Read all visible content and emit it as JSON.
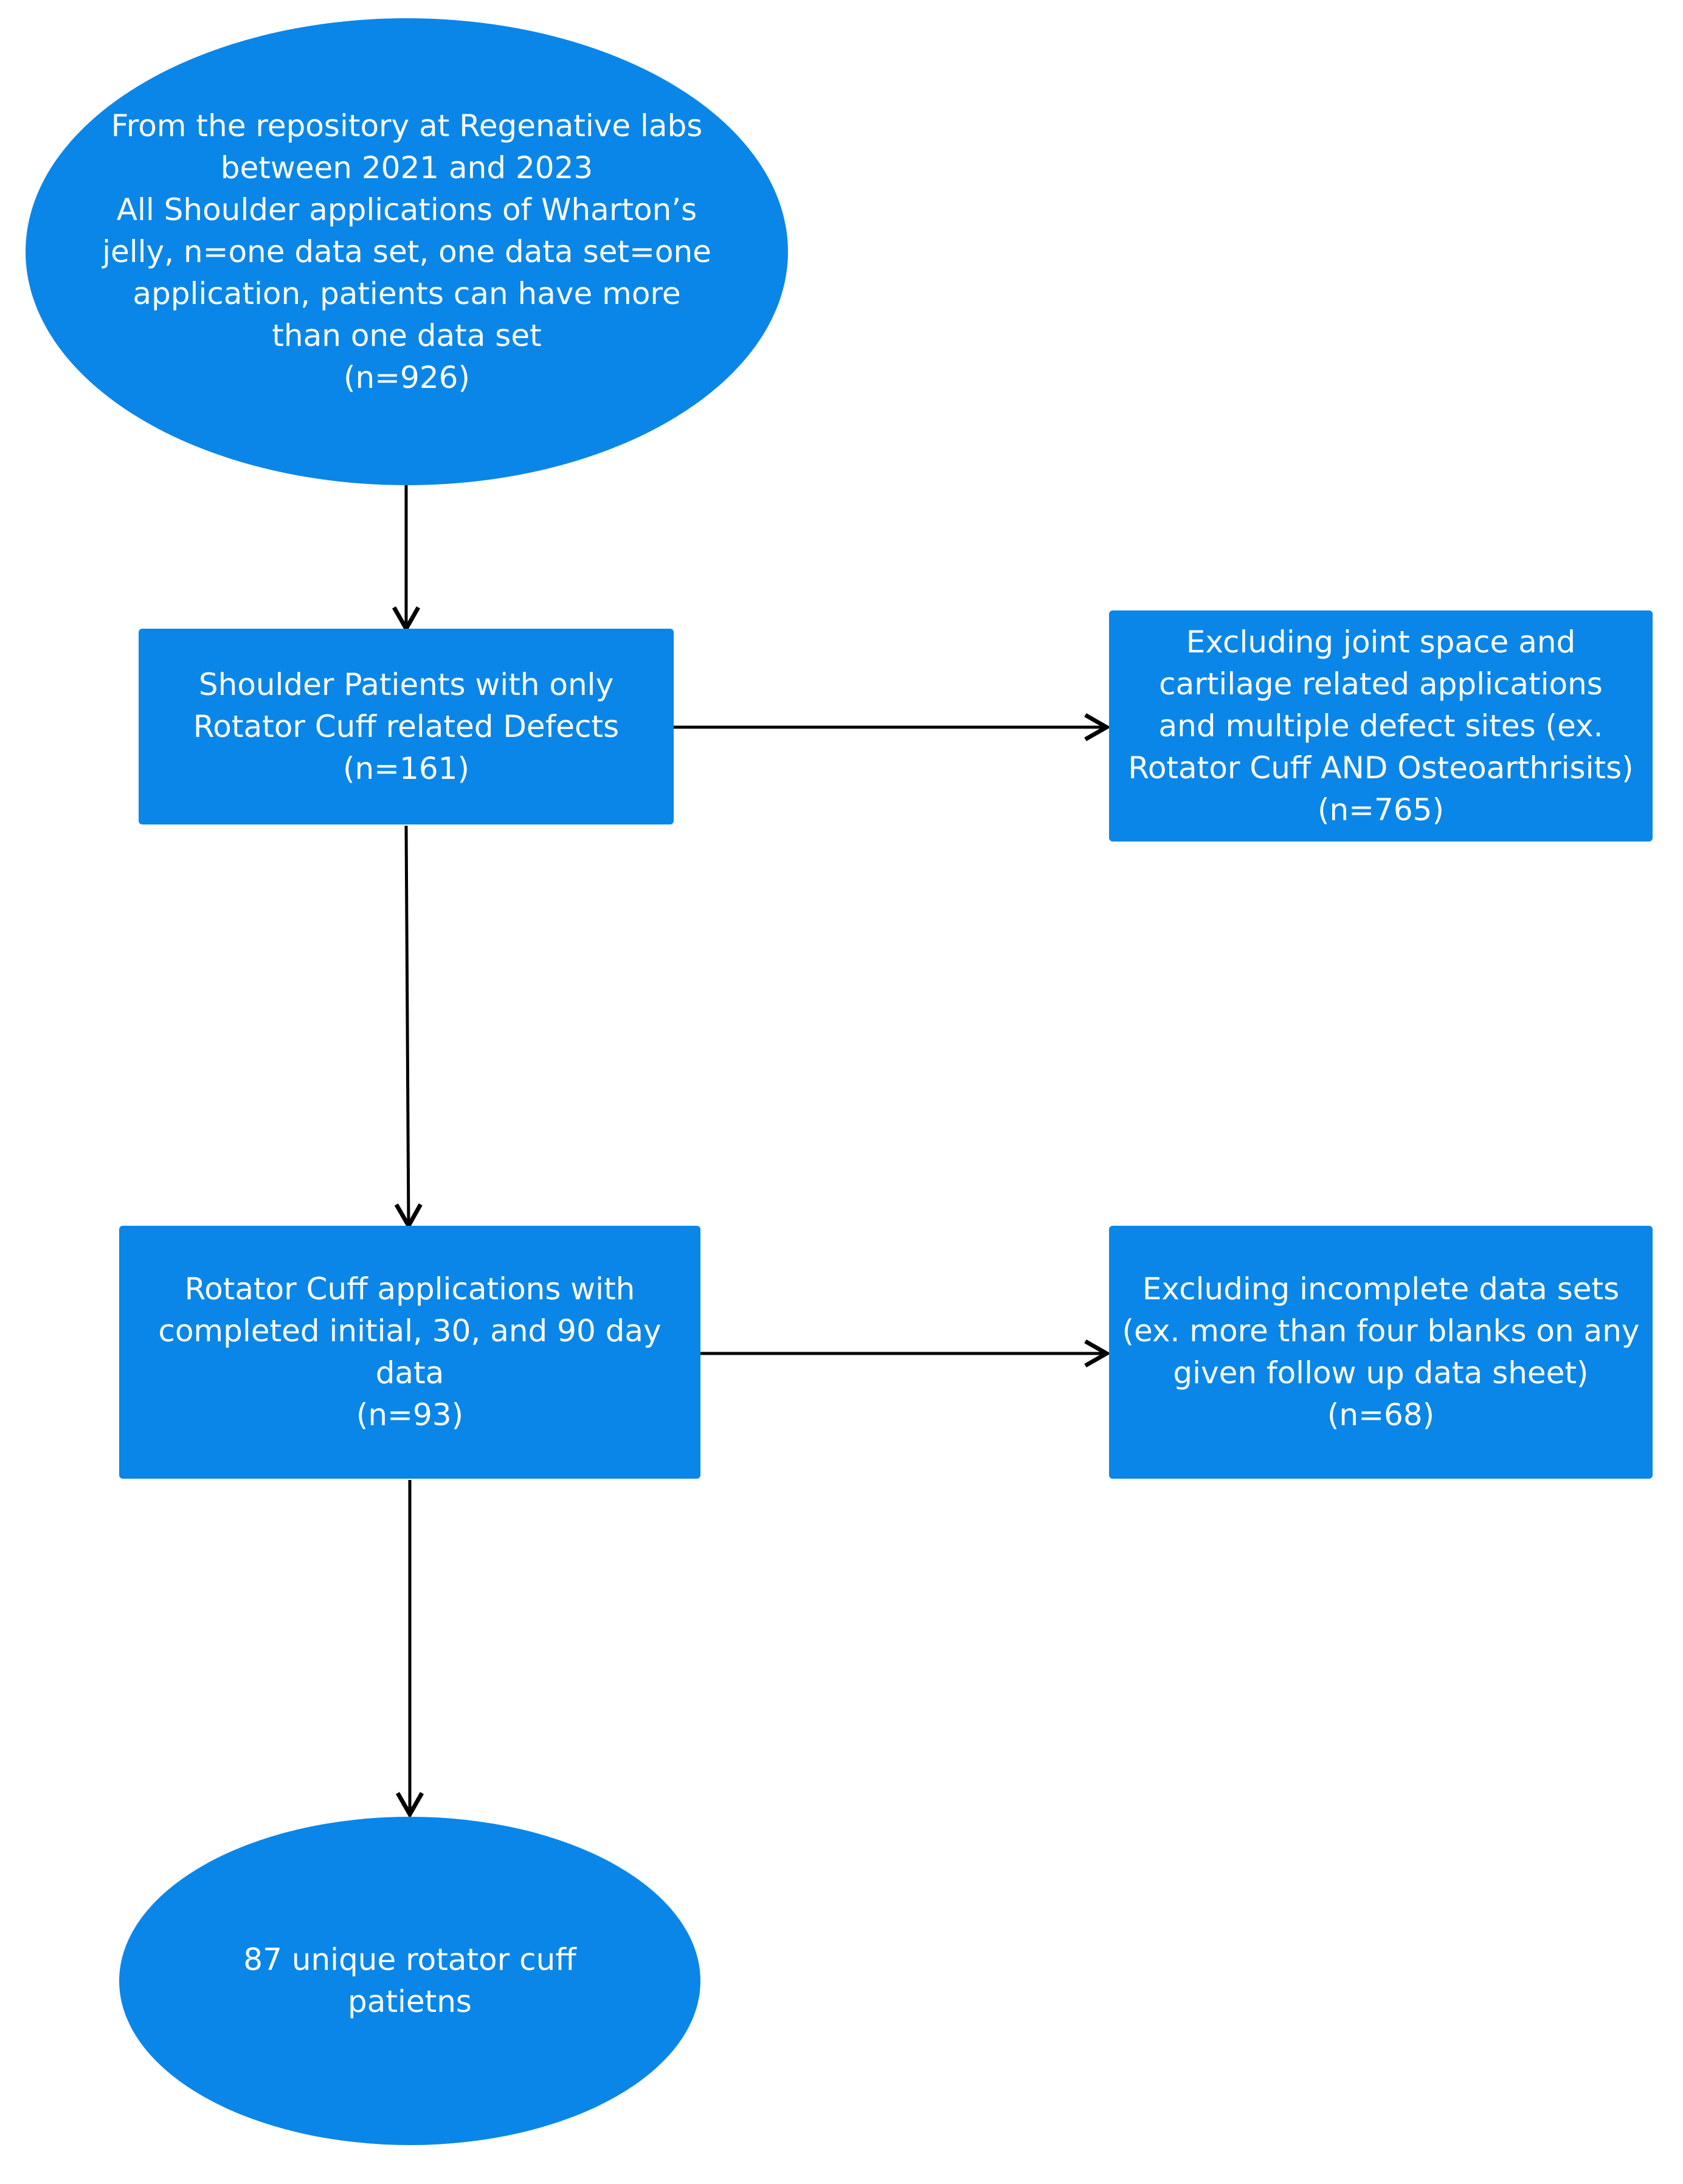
{
  "colors": {
    "node_fill": "#0a86e8",
    "node_text": "#ffffff",
    "arrow": "#000000",
    "background": "#ffffff"
  },
  "nodes": {
    "source": {
      "lines": [
        "From the repository at Regenative labs",
        "between 2021 and 2023",
        "All Shoulder applications of Wharton’s",
        "jelly, n=one data set, one data set=one",
        "application, patients can have more",
        "than one data set",
        "(n=926)"
      ]
    },
    "rotator_only": {
      "lines": [
        "Shoulder Patients with only",
        "Rotator Cuff related Defects",
        "(n=161)"
      ]
    },
    "exclusion_joint": {
      "lines": [
        "Excluding joint space and",
        "cartilage related  applications",
        "and multiple defect sites (ex.",
        "Rotator Cuff AND Osteoarthrisits)",
        "(n=765)"
      ]
    },
    "completed_data": {
      "lines": [
        "Rotator Cuff applications with",
        "completed initial, 30, and 90 day",
        "data",
        "(n=93)"
      ]
    },
    "exclusion_incomplete": {
      "lines": [
        "Excluding incomplete data sets",
        "(ex. more than four blanks on any",
        "given follow up data sheet)",
        "(n=68)"
      ]
    },
    "final": {
      "lines": [
        "87 unique rotator cuff",
        "patietns"
      ]
    }
  }
}
